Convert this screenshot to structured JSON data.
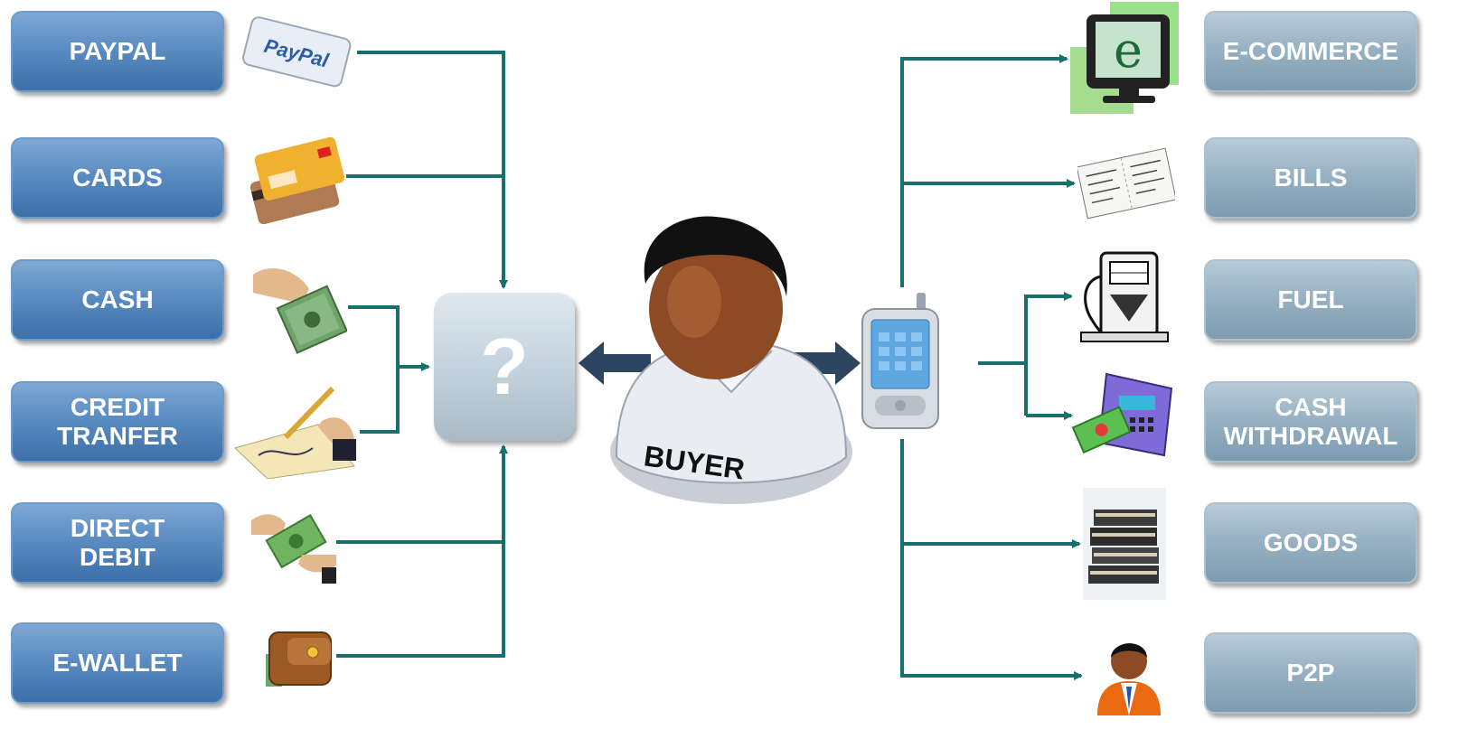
{
  "sources": [
    {
      "label": "PAYPAL",
      "icon": "paypal-card-icon"
    },
    {
      "label": "CARDS",
      "icon": "credit-cards-icon"
    },
    {
      "label": "CASH",
      "icon": "cash-hand-icon"
    },
    {
      "label": "CREDIT\nTRANFER",
      "icon": "signing-cheque-icon"
    },
    {
      "label": "DIRECT\nDEBIT",
      "icon": "money-exchange-hands-icon"
    },
    {
      "label": "E-WALLET",
      "icon": "wallet-icon"
    }
  ],
  "center": {
    "question_mark": "?",
    "buyer_label": "BUYER"
  },
  "destinations": [
    {
      "label": "E-COMMERCE",
      "icon": "e-monitor-icon"
    },
    {
      "label": "BILLS",
      "icon": "bill-receipt-icon"
    },
    {
      "label": "FUEL",
      "icon": "fuel-pump-icon"
    },
    {
      "label": "CASH\nWITHDRAWAL",
      "icon": "atm-cash-icon"
    },
    {
      "label": "GOODS",
      "icon": "books-icon"
    },
    {
      "label": "P2P",
      "icon": "person-icon"
    }
  ],
  "colors": {
    "connector": "#17706c",
    "source_box": "#5b8cc2",
    "destination_box": "#98b2c4",
    "double_arrow": "#2e4560"
  }
}
